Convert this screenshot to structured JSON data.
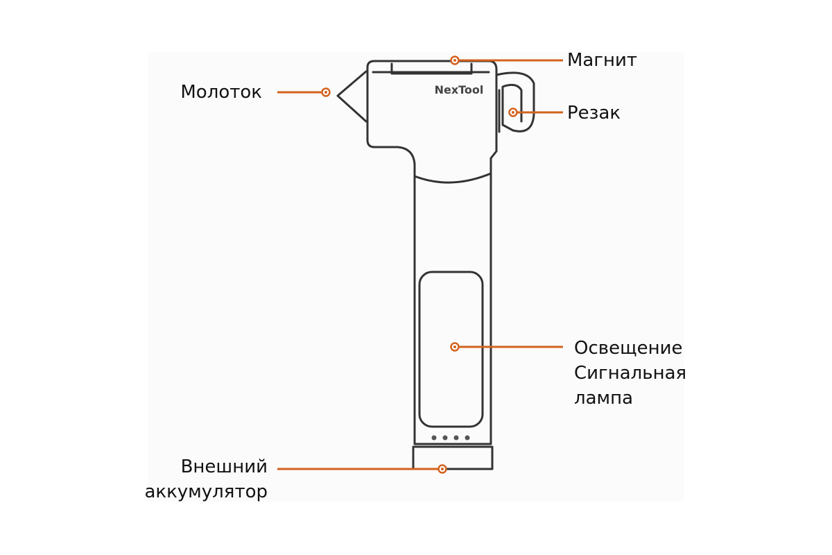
{
  "brand": "NexTool",
  "colors": {
    "callout": "#d4621e",
    "outline": "#333333",
    "text": "#111111"
  },
  "labels": {
    "magnet": "Магнит",
    "hammer": "Молоток",
    "cutter": "Резак",
    "lighting": [
      "Освещение",
      "Сигнальная",
      "лампа"
    ],
    "battery": [
      "Внешний",
      "аккумулятор"
    ]
  },
  "indicator_dots": 4
}
